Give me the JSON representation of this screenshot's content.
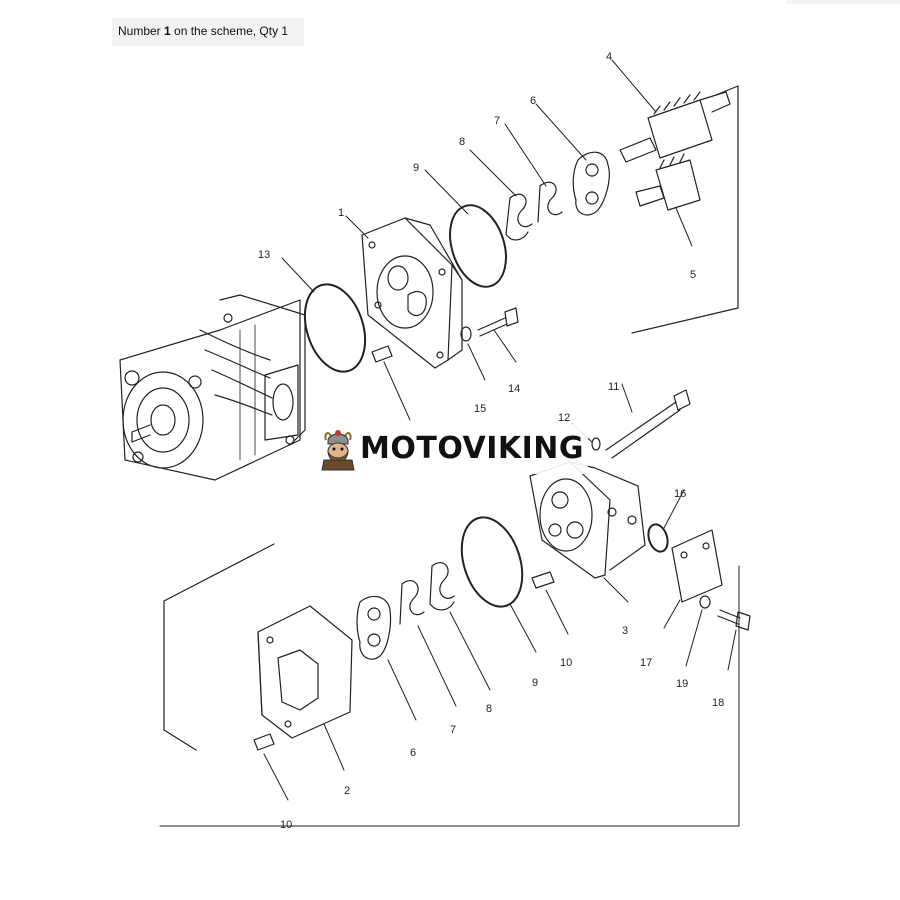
{
  "header": {
    "prefix": "Number ",
    "number": "1",
    "suffix": " on the scheme, Qty 1"
  },
  "callouts": {
    "c1": "1",
    "c2": "2",
    "c3": "3",
    "c4": "4",
    "c5": "5",
    "c6a": "6",
    "c6b": "6",
    "c7a": "7",
    "c7b": "7",
    "c8a": "8",
    "c8b": "8",
    "c9a": "9",
    "c9b": "9",
    "c10a": "10",
    "c10b": "10",
    "c11": "11",
    "c12": "12",
    "c13": "13",
    "c14": "14",
    "c15": "15",
    "c16": "16",
    "c17": "17",
    "c18": "18",
    "c19": "19"
  },
  "watermark": {
    "brand": "MOTOVIKING"
  },
  "colors": {
    "line": "#222222",
    "background": "#ffffff",
    "brand_red": "#c0392b"
  }
}
